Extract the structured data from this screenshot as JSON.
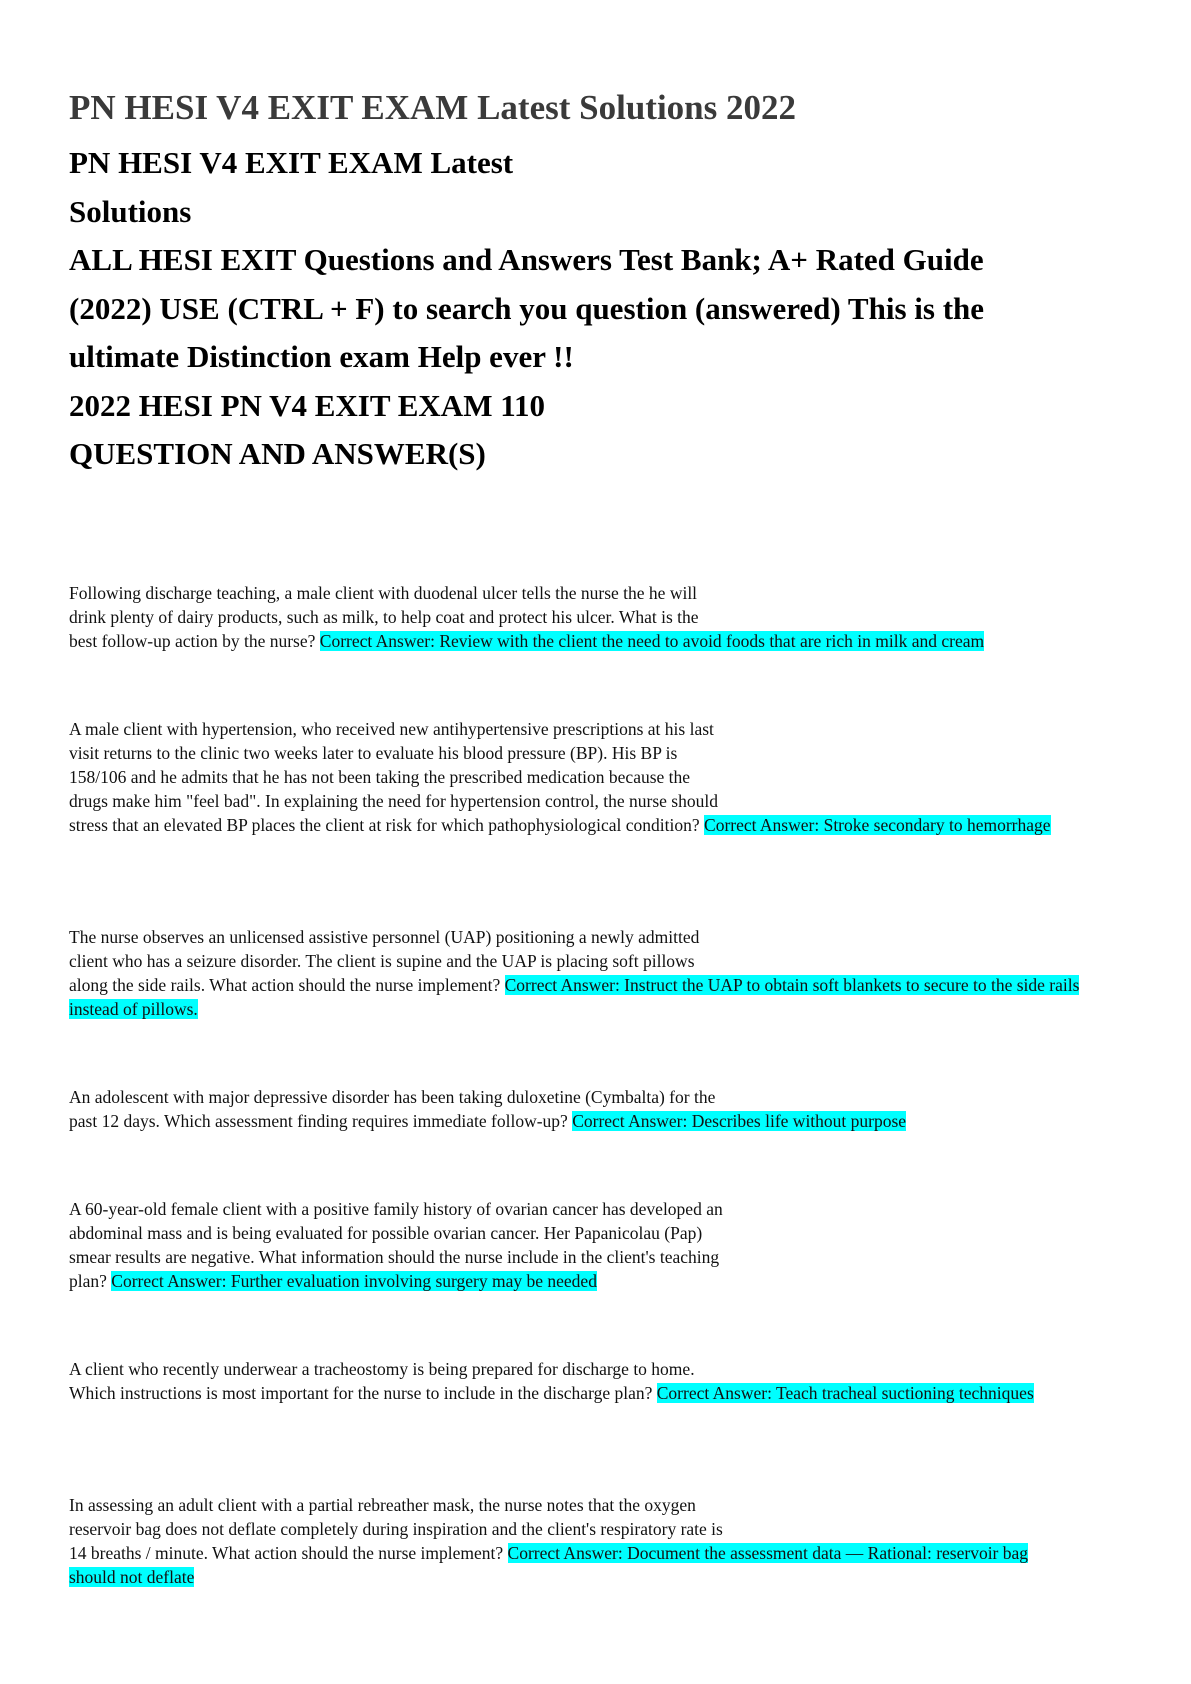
{
  "document": {
    "title": "PN HESI V4 EXIT EXAM Latest Solutions 2022",
    "subheading_lines": [
      "PN HESI V4 EXIT EXAM Latest",
      "Solutions",
      "ALL HESI EXIT Questions and Answers Test Bank; A+ Rated Guide",
      "(2022) USE (CTRL + F) to search you question (answered) This is the",
      "ultimate Distinction exam Help ever !!",
      "2022 HESI PN V4 EXIT EXAM 110",
      "QUESTION AND ANSWER(S)"
    ],
    "highlight_color": "#00ffff"
  },
  "questions": [
    {
      "lines": [
        "Following discharge teaching, a male client with duodenal ulcer tells the nurse the he will",
        "drink plenty of dairy products, such as milk, to help coat and protect his ulcer. What is the"
      ],
      "last_line": "best follow-up action by the nurse?",
      "answer": "Correct Answer: Review with the client the need to avoid foods that are rich in milk and cream"
    },
    {
      "lines": [
        "A male client with hypertension, who received new antihypertensive prescriptions at his last",
        "visit returns to the clinic two weeks later to evaluate his blood pressure (BP). His BP is",
        "158/106 and he admits that he has not been taking the prescribed medication because the",
        "drugs make him \"feel bad\". In explaining the need for hypertension control, the nurse should"
      ],
      "last_line": "stress that an elevated BP places the client at risk for which pathophysiological condition?",
      "answer": "Correct Answer: Stroke secondary to hemorrhage"
    },
    {
      "lines": [
        "The nurse observes an unlicensed assistive personnel (UAP) positioning a newly admitted",
        "client who has a seizure disorder. The client is supine and the UAP is placing soft pillows"
      ],
      "last_line": "along the side rails. What action should the nurse implement?",
      "answer": "Correct Answer: Instruct the UAP to obtain soft blankets to secure to the side rails instead of pillows."
    },
    {
      "lines": [
        "An adolescent with major depressive disorder has been taking duloxetine (Cymbalta) for the"
      ],
      "last_line": "past 12 days. Which assessment finding requires immediate follow-up?",
      "answer": "Correct Answer: Describes life without purpose"
    },
    {
      "lines": [
        "A 60-year-old female client with a positive family history of ovarian cancer has developed an",
        "abdominal mass and is being evaluated for possible ovarian cancer. Her Papanicolau (Pap)",
        "smear results are negative. What information should the nurse include in the client's teaching"
      ],
      "last_line": "plan?",
      "answer": "Correct Answer: Further evaluation involving surgery may be needed"
    },
    {
      "lines": [
        "A client who recently underwear a tracheostomy is being prepared for discharge to home."
      ],
      "last_line": "Which instructions is most important for the nurse to include in the discharge plan?",
      "answer": "Correct Answer: Teach tracheal suctioning techniques"
    },
    {
      "lines": [
        "In assessing an adult client with a partial rebreather mask, the nurse notes that the oxygen",
        "reservoir bag does not deflate completely during inspiration and the client's respiratory rate is"
      ],
      "last_line": "14 breaths / minute. What action should the nurse implement?",
      "answer": "Correct Answer: Document the assessment data — Rational: reservoir bag should not deflate"
    }
  ]
}
